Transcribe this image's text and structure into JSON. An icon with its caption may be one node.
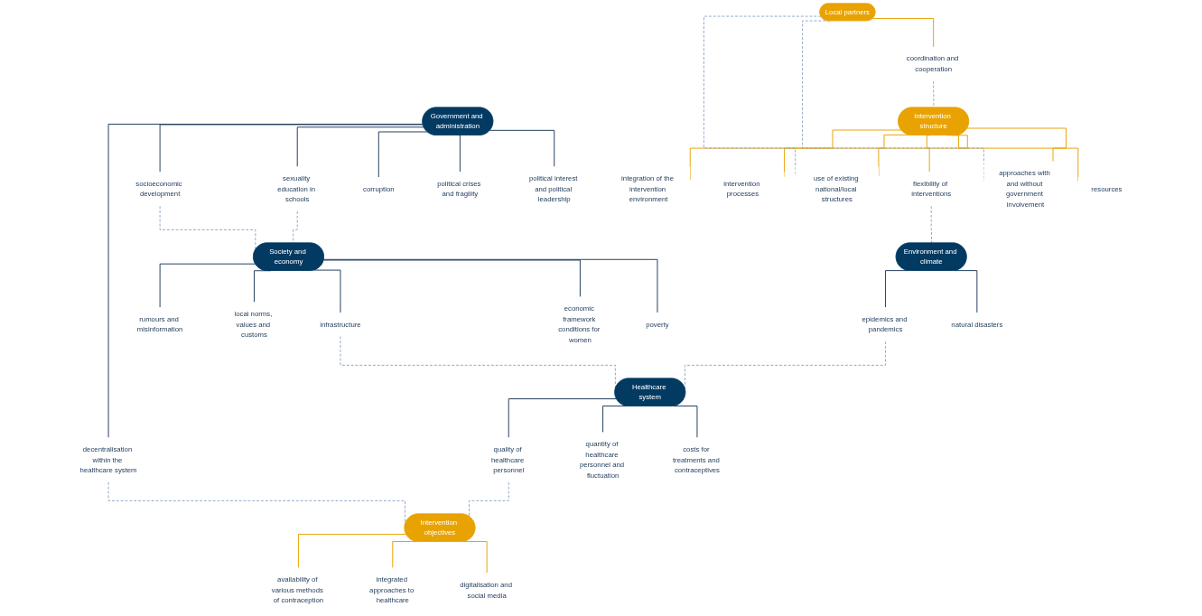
{
  "diagram": {
    "nodes": [
      {
        "text": [
          "Government and administration"
        ]
      },
      {
        "text": [
          "political interest and political leadership"
        ]
      },
      {
        "text": [
          "political crises and fragility"
        ]
      },
      {
        "text": [
          "corruption"
        ]
      },
      {
        "text": [
          "sexuality education in schools"
        ]
      },
      {
        "text": [
          "socioeconomic development"
        ]
      },
      {
        "text": [
          "decentralisation within the healthcare system"
        ]
      },
      {
        "text": [
          "Society and economy"
        ]
      },
      {
        "text": [
          "poverty"
        ]
      },
      {
        "text": [
          "economic framework conditions for women"
        ]
      },
      {
        "text": [
          "infrastructure"
        ]
      },
      {
        "text": [
          "local norms, values and customs"
        ]
      },
      {
        "text": [
          "rumours and misinformation"
        ]
      },
      {
        "text": [
          "Healthcare system"
        ]
      },
      {
        "text": [
          "costs for treatments and contraceptives"
        ]
      },
      {
        "text": [
          "quantity of healthcare personnel and fluctuation"
        ]
      },
      {
        "text": [
          "quality of healthcare personnel"
        ]
      },
      {
        "text": [
          "Environment and climate"
        ]
      },
      {
        "text": [
          "natural disasters"
        ]
      },
      {
        "text": [
          "epidemics and pandemics"
        ]
      },
      {
        "text": [
          "Local partners"
        ]
      },
      {
        "text": [
          "coordination and cooperation"
        ]
      },
      {
        "text": [
          "approaches with and without government involvement"
        ]
      },
      {
        "text": [
          "use of existing national/local structures"
        ]
      },
      {
        "text": [
          "Intervention structure"
        ]
      },
      {
        "text": [
          "resources"
        ]
      },
      {
        "text": [
          "flexibility of interventions"
        ]
      },
      {
        "text": [
          "intervention processes"
        ]
      },
      {
        "text": [
          "integration of the intervention environment"
        ]
      },
      {
        "text": [
          "Intervention objectives"
        ]
      },
      {
        "text": [
          "digitalisation and social media"
        ]
      },
      {
        "text": [
          "integrated approaches to healthcare"
        ]
      },
      {
        "text": [
          "availability of various methods of contraception"
        ]
      }
    ],
    "edges": [
      {
        "from": 0,
        "to": 1,
        "arrow": "none"
      },
      {
        "from": 0,
        "to": 2,
        "arrow": "none"
      },
      {
        "from": 0,
        "to": 3,
        "arrow": "none"
      },
      {
        "from": 0,
        "to": 4,
        "arrow": "none"
      },
      {
        "from": 0,
        "to": 5,
        "arrow": "none"
      },
      {
        "from": 0,
        "to": 6,
        "arrow": "none"
      },
      {
        "from": 7,
        "to": 8,
        "arrow": "none"
      },
      {
        "from": 7,
        "to": 9,
        "arrow": "none"
      },
      {
        "from": 7,
        "to": 10,
        "arrow": "none"
      },
      {
        "from": 7,
        "to": 11,
        "arrow": "none"
      },
      {
        "from": 7,
        "to": 12,
        "arrow": "none"
      },
      {
        "from": 13,
        "to": 14,
        "arrow": "none"
      },
      {
        "from": 13,
        "to": 15,
        "arrow": "none"
      },
      {
        "from": 13,
        "to": 16,
        "arrow": "none"
      },
      {
        "from": 17,
        "to": 18,
        "arrow": "none"
      },
      {
        "from": 17,
        "to": 19,
        "arrow": "none"
      },
      {
        "from": 20,
        "to": 21,
        "arrow": "none",
        "color": "#e8a202"
      },
      {
        "from": 24,
        "to": 22,
        "arrow": "none",
        "color": "#e8a202"
      },
      {
        "from": 24,
        "to": 23,
        "arrow": "none",
        "color": "#e8a202"
      },
      {
        "from": 24,
        "to": 25,
        "arrow": "none",
        "color": "#e8a202"
      },
      {
        "from": 24,
        "to": 26,
        "arrow": "none",
        "color": "#e8a202"
      },
      {
        "from": 24,
        "to": 27,
        "arrow": "none",
        "color": "#e8a202"
      },
      {
        "from": 24,
        "to": 28,
        "arrow": "none",
        "color": "#e8a202"
      },
      {
        "from": 29,
        "to": 30,
        "arrow": "none",
        "color": "#e8a202"
      },
      {
        "from": 29,
        "to": 31,
        "arrow": "none",
        "color": "#e8a202"
      },
      {
        "from": 29,
        "to": 32,
        "arrow": "none",
        "color": "#e8a202"
      },
      {
        "from": 4,
        "to": 7,
        "arrow": "none",
        "style": "dashed",
        "color": "#8ea6c6"
      },
      {
        "from": 5,
        "to": 7,
        "arrow": "none",
        "style": "dashed",
        "color": "#8ea6c6"
      },
      {
        "from": 6,
        "to": 29,
        "arrow": "none",
        "style": "dashed",
        "color": "#8ea6c6"
      },
      {
        "from": 10,
        "to": 13,
        "arrow": "none",
        "style": "dashed",
        "color": "#8ea6c6"
      },
      {
        "from": 19,
        "to": 13,
        "arrow": "none",
        "style": "dashed",
        "color": "#8ea6c6"
      },
      {
        "from": 26,
        "to": 17,
        "arrow": "none",
        "style": "dashed",
        "color": "#8ea6c6"
      },
      {
        "from": 16,
        "to": 29,
        "arrow": "none",
        "style": "dashed",
        "color": "#8ea6c6"
      },
      {
        "from": 20,
        "to": 22,
        "arrow": "none",
        "style": "dashed",
        "color": "#8ea6c6"
      },
      {
        "from": 20,
        "to": 23,
        "arrow": "none",
        "style": "dashed",
        "color": "#8ea6c6"
      },
      {
        "from": 21,
        "to": 24,
        "arrow": "none",
        "style": "dashed",
        "color": "#8ea6c6"
      }
    ]
  }
}
